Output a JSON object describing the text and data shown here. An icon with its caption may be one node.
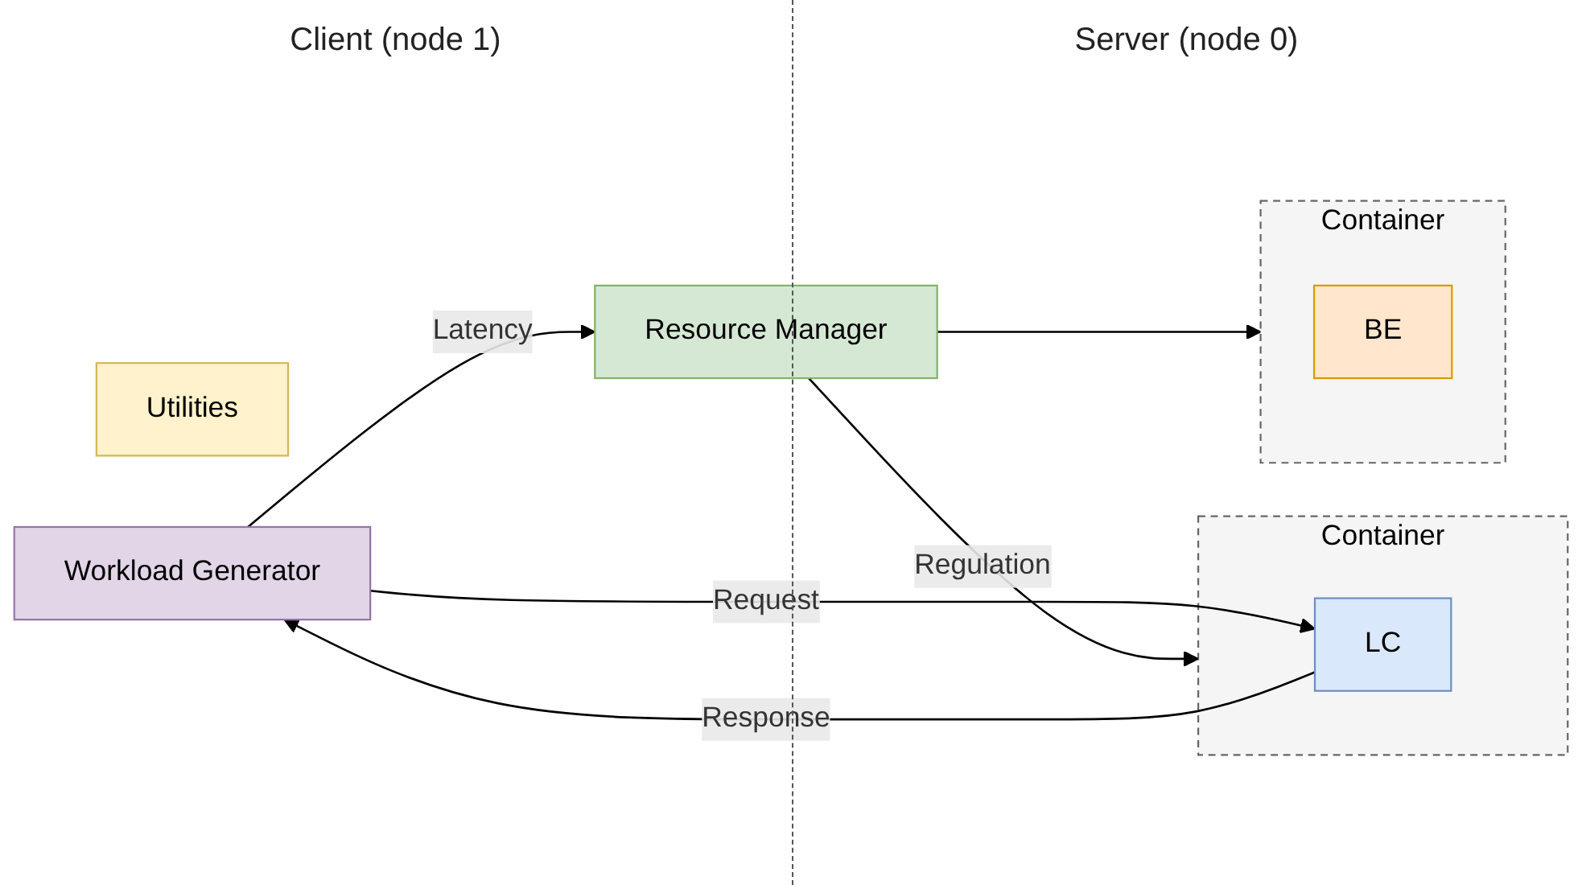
{
  "diagram": {
    "nodes": [
      {
        "text": [
          "Utilities"
        ]
      },
      {
        "text": [
          "Workload Generator"
        ]
      },
      {
        "text": [
          "Resource Manager"
        ]
      },
      {
        "text": [
          "Container"
        ]
      },
      {
        "text": [
          "LC"
        ],
        "in": 3
      },
      {
        "text": [
          "Container"
        ]
      },
      {
        "text": [
          "BE"
        ],
        "in": 5
      }
    ],
    "edges": [
      {
        "from": 1,
        "to": 2,
        "arrow": "to",
        "label": "Latency"
      },
      {
        "from": 2,
        "to": 3,
        "arrow": "to",
        "label": "Regulation"
      },
      {
        "from": 2,
        "to": 5,
        "arrow": "to"
      },
      {
        "from": 1,
        "to": 4,
        "arrow": "to",
        "label": "Request"
      },
      {
        "from": 4,
        "to": 1,
        "arrow": "to",
        "label": "Response"
      }
    ],
    "labels": [
      "Client (node 1)",
      "Server (node 0)"
    ]
  }
}
